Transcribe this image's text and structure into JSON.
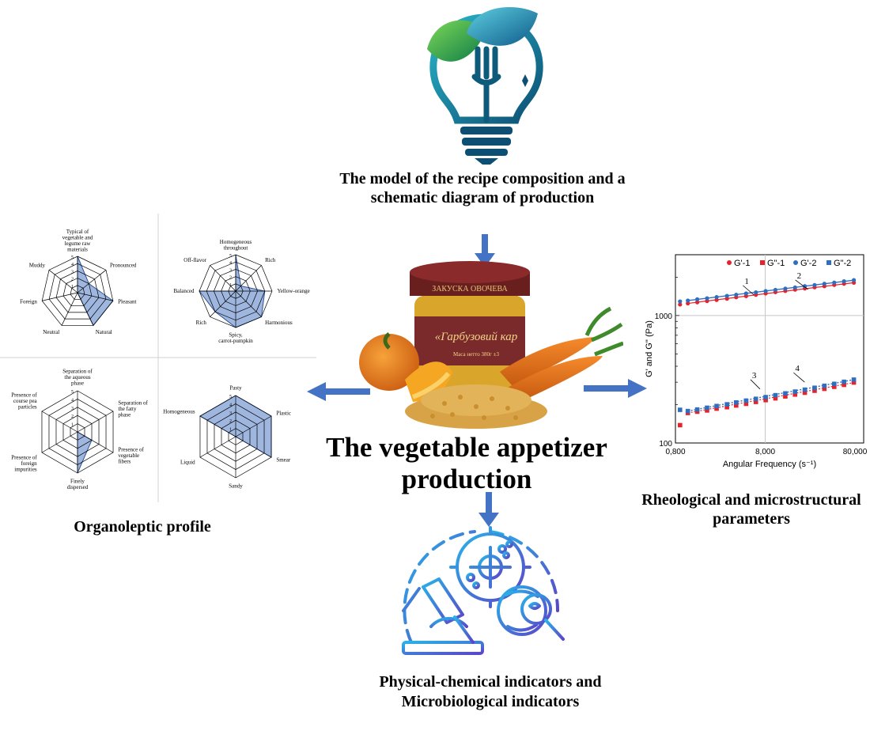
{
  "captions": {
    "top": "The model of the recipe composition and a schematic diagram of production",
    "main": "The vegetable appetizer production",
    "organoleptic": "Organoleptic profile",
    "rheological": "Rheological and microstructural parameters",
    "physchem": "Physical-chemical indicators and Microbiological indicators"
  },
  "product": {
    "jar_lid": "ЗАКУСКА ОВОЧЕВА",
    "jar_label": "«Гарбузовий кар",
    "jar_mass": "Маса нетто 380г ±3"
  },
  "radar_charts": [
    {
      "max": 5,
      "scale_labels": [
        "1",
        "2",
        "3",
        "4",
        "5"
      ],
      "axes": [
        "Typical of vegetable and legume raw materials",
        "Pronounced",
        "Pleasant",
        "Natural",
        "Neutral",
        "Foreign",
        "Muddy"
      ],
      "values": [
        5,
        2,
        5,
        5,
        0,
        0,
        0
      ]
    },
    {
      "max": 5,
      "scale_labels": [
        "1",
        "2",
        "3",
        "4",
        "5"
      ],
      "axes": [
        "Homogeneous throughout",
        "Rich",
        "Yellow-orange",
        "Harmonious",
        "Spicy, carrot-pumpkin",
        "Rich",
        "Balanced",
        "Off-flavor"
      ],
      "values": [
        5,
        1,
        4,
        5,
        5,
        4,
        5,
        0
      ]
    },
    {
      "max": 5,
      "scale_labels": [
        "1",
        "2",
        "3",
        "4",
        "5"
      ],
      "axes": [
        "Separation of the aqueous phase",
        "Separation of the fatty phase",
        "Presence of vegetable fibers",
        "Finely dispersed",
        "Presence of foreign impurities",
        "Presence of course pea particles"
      ],
      "values": [
        0,
        0,
        2,
        5,
        0,
        0
      ]
    },
    {
      "max": 5,
      "scale_labels": [
        "1",
        "2",
        "3",
        "4",
        "5"
      ],
      "axes": [
        "Pasty",
        "Plastic",
        "Smear",
        "Sandy",
        "Liquid",
        "Homogeneous"
      ],
      "values": [
        5,
        5,
        5,
        0,
        0,
        5
      ]
    }
  ],
  "chart_data": {
    "type": "scatter",
    "xlabel": "Angular Frequency (s⁻¹)",
    "ylabel": "G' and G'' (Pa)",
    "x_scale": "log",
    "y_scale": "log",
    "xlim": [
      0.8,
      100
    ],
    "ylim": [
      100,
      3000
    ],
    "x_tick_labels": [
      "0,800",
      "8,000",
      "80,000"
    ],
    "y_tick_labels": [
      "100",
      "1000"
    ],
    "legend_position": "top-right",
    "curve_labels": [
      "1",
      "2",
      "3",
      "4"
    ],
    "series": [
      {
        "name": "G'-1",
        "marker": "circle",
        "color": "#e8212a",
        "x": [
          0.9,
          1.1,
          1.4,
          1.8,
          2.3,
          3.0,
          3.8,
          4.9,
          6.3,
          8.1,
          10.4,
          13.4,
          17.2,
          22.1,
          28.4,
          36.5,
          47.0,
          60.4,
          77.7
        ],
        "y": [
          1220,
          1245,
          1270,
          1300,
          1325,
          1355,
          1390,
          1420,
          1455,
          1490,
          1525,
          1560,
          1595,
          1630,
          1665,
          1700,
          1740,
          1775,
          1810
        ]
      },
      {
        "name": "G\"-1",
        "marker": "square",
        "color": "#e8212a",
        "x": [
          0.9,
          1.1,
          1.4,
          1.8,
          2.3,
          3.0,
          3.8,
          4.9,
          6.3,
          8.1,
          10.4,
          13.4,
          17.2,
          22.1,
          28.4,
          36.5,
          47.0,
          60.4,
          77.7
        ],
        "y": [
          138,
          172,
          176,
          180,
          186,
          191,
          197,
          203,
          210,
          217,
          224,
          232,
          240,
          248,
          257,
          266,
          276,
          286,
          298
        ]
      },
      {
        "name": "G'-2",
        "marker": "circle",
        "color": "#2f6fc0",
        "x": [
          0.9,
          1.1,
          1.4,
          1.8,
          2.3,
          3.0,
          3.8,
          4.9,
          6.3,
          8.1,
          10.4,
          13.4,
          17.2,
          22.1,
          28.4,
          36.5,
          47.0,
          60.4,
          77.7
        ],
        "y": [
          1290,
          1310,
          1340,
          1365,
          1395,
          1425,
          1455,
          1490,
          1520,
          1555,
          1590,
          1625,
          1660,
          1700,
          1735,
          1775,
          1815,
          1855,
          1895
        ]
      },
      {
        "name": "G\"-2",
        "marker": "square",
        "color": "#2f6fc0",
        "x": [
          0.9,
          1.1,
          1.4,
          1.8,
          2.3,
          3.0,
          3.8,
          4.9,
          6.3,
          8.1,
          10.4,
          13.4,
          17.2,
          22.1,
          28.4,
          36.5,
          47.0,
          60.4,
          77.7
        ],
        "y": [
          182,
          178,
          183,
          189,
          195,
          201,
          208,
          215,
          222,
          229,
          237,
          245,
          253,
          262,
          271,
          281,
          291,
          302,
          314
        ]
      }
    ]
  }
}
